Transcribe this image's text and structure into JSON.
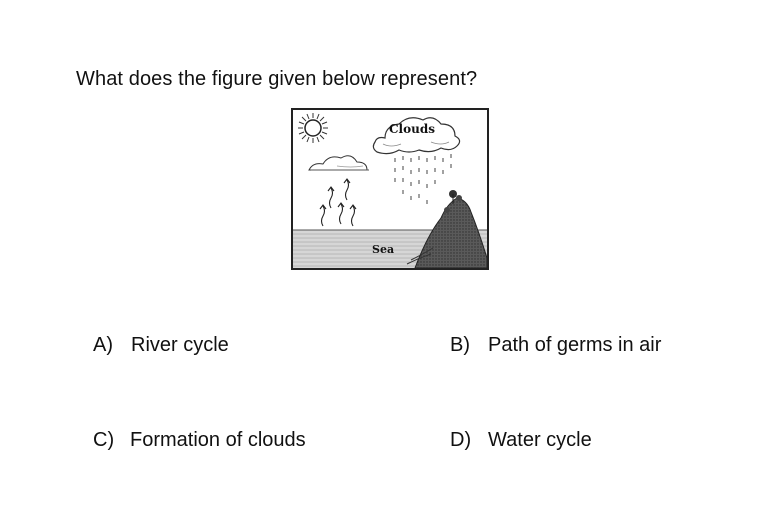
{
  "question": {
    "text": "What does the figure given below represent?"
  },
  "figure": {
    "clouds_label": "Clouds",
    "sea_label": "Sea"
  },
  "options": [
    {
      "letter": "A)",
      "text": "River cycle"
    },
    {
      "letter": "B)",
      "text": "Path of germs in air"
    },
    {
      "letter": "C)",
      "text": "Formation of clouds"
    },
    {
      "letter": "D)",
      "text": "Water cycle"
    }
  ]
}
